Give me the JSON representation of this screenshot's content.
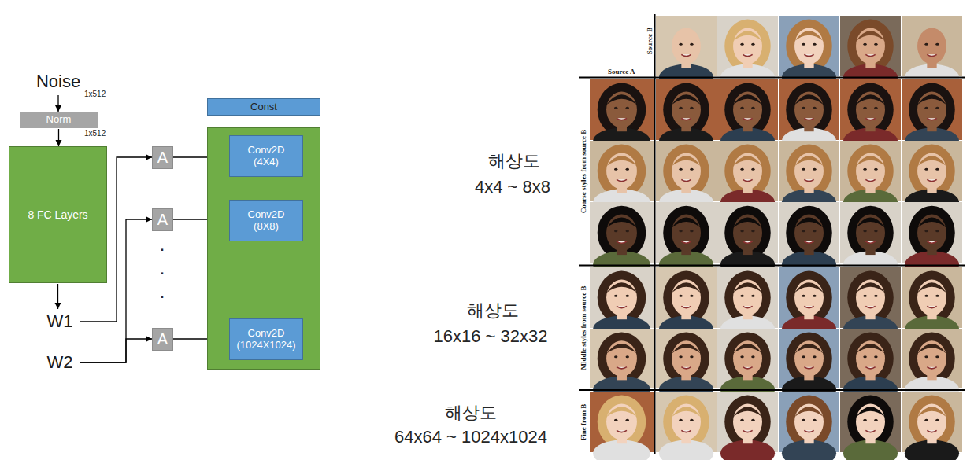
{
  "diagram": {
    "nodes": [
      {
        "text": [
          "Noise"
        ]
      },
      {
        "text": [
          "Norm"
        ]
      },
      {
        "text": [
          "8 FC Layers"
        ]
      },
      {
        "text": [
          "W1"
        ]
      },
      {
        "text": [
          "W2"
        ]
      },
      {
        "text": [
          "A"
        ]
      },
      {
        "text": [
          "A"
        ]
      },
      {
        "text": [
          "A"
        ]
      },
      {
        "text": [
          "Const"
        ]
      },
      {
        "text": []
      },
      {
        "text": [
          "Conv2D (4X4)"
        ],
        "in": 9
      },
      {
        "text": [
          "Conv2D (8X8)"
        ],
        "in": 9
      },
      {
        "text": [
          "Conv2D (1024X1024)"
        ],
        "in": 9
      }
    ],
    "edges": [
      {
        "from": 0,
        "to": 1,
        "arrow": "to"
      },
      {
        "from": 1,
        "to": 2,
        "arrow": "to"
      },
      {
        "from": 2,
        "to": 3,
        "arrow": "to"
      },
      {
        "from": 3,
        "to": 5,
        "arrow": "to"
      },
      {
        "from": 4,
        "to": 6,
        "arrow": "to"
      },
      {
        "from": 4,
        "to": 7,
        "arrow": "to"
      },
      {
        "from": 5,
        "to": 10,
        "arrow": "to"
      },
      {
        "from": 6,
        "to": 11,
        "arrow": "to"
      },
      {
        "from": 7,
        "to": 12,
        "arrow": "to"
      }
    ],
    "labels": [
      "1x512",
      "1x512",
      "·",
      "·",
      "·",
      "해상도",
      "4x4 ~ 8x8",
      "해상도",
      "16x16 ~ 32x32",
      "해상도",
      "64x64 ~ 1024x1024",
      "Source B",
      "Source A",
      "Coarse styles from source B",
      "Middle styles from source B",
      "Fine from B"
    ]
  }
}
